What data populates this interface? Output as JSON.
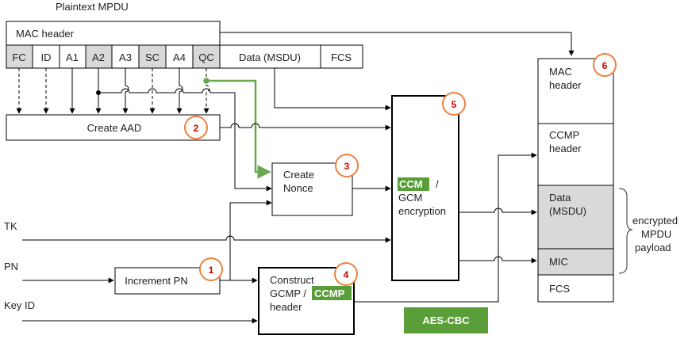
{
  "colors": {
    "line": "#000000",
    "green_path": "#6aa84f",
    "green_fill": "#5a9e3a",
    "highlight_text": "#ffffff",
    "field_gray": "#d9d9d9",
    "circle_stroke": "#f08040",
    "circle_text": "#cc0000"
  },
  "top_label": "Plaintext MPDU",
  "plaintext": {
    "mac_header": "MAC header",
    "fields": [
      "FC",
      "ID",
      "A1",
      "A2",
      "A3",
      "SC",
      "A4",
      "QC"
    ],
    "data": "Data (MSDU)",
    "fcs": "FCS"
  },
  "blocks": {
    "create_aad": "Create AAD",
    "nonce_line1": "Create",
    "nonce_line2": "Nonce",
    "increment_pn": "Increment PN",
    "construct_line1": "Construct",
    "construct_line2a": "GCMP /",
    "construct_line2b": "CCMP",
    "construct_line3": "header",
    "enc_ccm": "CCM",
    "enc_slash": "/",
    "enc_gcm": "GCM",
    "enc_encryption": "encryption"
  },
  "inputs": {
    "tk": "TK",
    "pn": "PN",
    "key_id": "Key ID"
  },
  "output": {
    "mac_line1": "MAC",
    "mac_line2": "header",
    "ccmp_line1": "CCMP",
    "ccmp_line2": "header",
    "data_line1": "Data",
    "data_line2": "(MSDU)",
    "mic": "MIC",
    "fcs": "FCS"
  },
  "encrypted_label": [
    "encrypted",
    "MPDU",
    "payload"
  ],
  "step_numbers": [
    "1",
    "2",
    "3",
    "4",
    "5",
    "6"
  ],
  "aes_badge": "AES-CBC"
}
